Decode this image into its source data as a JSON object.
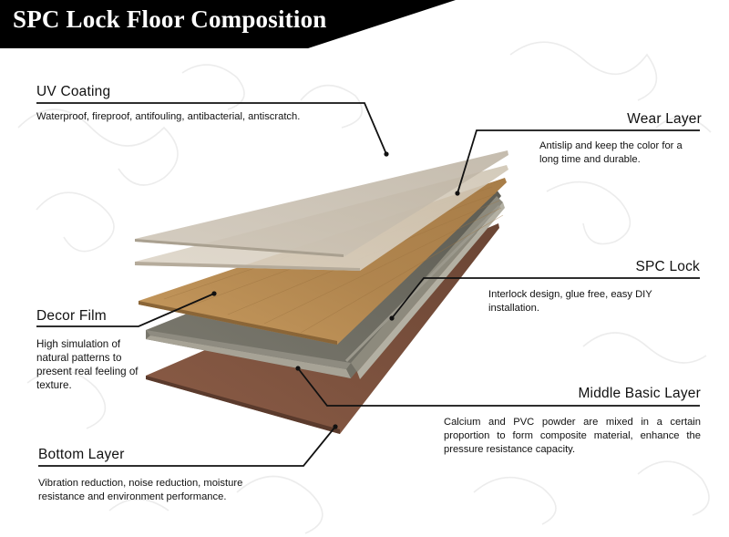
{
  "title": "SPC Lock Floor Composition",
  "colors": {
    "banner": "#000000",
    "title_text": "#ffffff",
    "background": "#ffffff",
    "pattern": "#ececec",
    "leader_line": "#111111",
    "uv_coating": "#c9bfae",
    "wear_layer": "#d7cdbd",
    "decor_film": "#b8894f",
    "spc_lock": "#6f6d63",
    "middle_basic": "#8f8c80",
    "bottom_layer": "#7a4f3c"
  },
  "layers": [
    {
      "id": "uv_coating",
      "heading": "UV Coating",
      "description": "Waterproof, fireproof, antifouling, antibacterial, antiscratch.",
      "side": "left"
    },
    {
      "id": "wear_layer",
      "heading": "Wear Layer",
      "description": "Antislip and keep the color for a long time and durable.",
      "side": "right"
    },
    {
      "id": "spc_lock",
      "heading": "SPC Lock",
      "description": "Interlock design, glue free, easy DIY installation.",
      "side": "right"
    },
    {
      "id": "decor_film",
      "heading": "Decor Film",
      "description": "High simulation of natural patterns to present real feeling of texture.",
      "side": "left"
    },
    {
      "id": "middle_basic_layer",
      "heading": "Middle Basic Layer",
      "description": "Calcium and PVC powder are mixed in a certain proportion to form composite material, enhance the pressure resistance capacity.",
      "side": "right"
    },
    {
      "id": "bottom_layer",
      "heading": "Bottom Layer",
      "description": "Vibration reduction, noise reduction, moisture resistance and environment performance.",
      "side": "left"
    }
  ]
}
